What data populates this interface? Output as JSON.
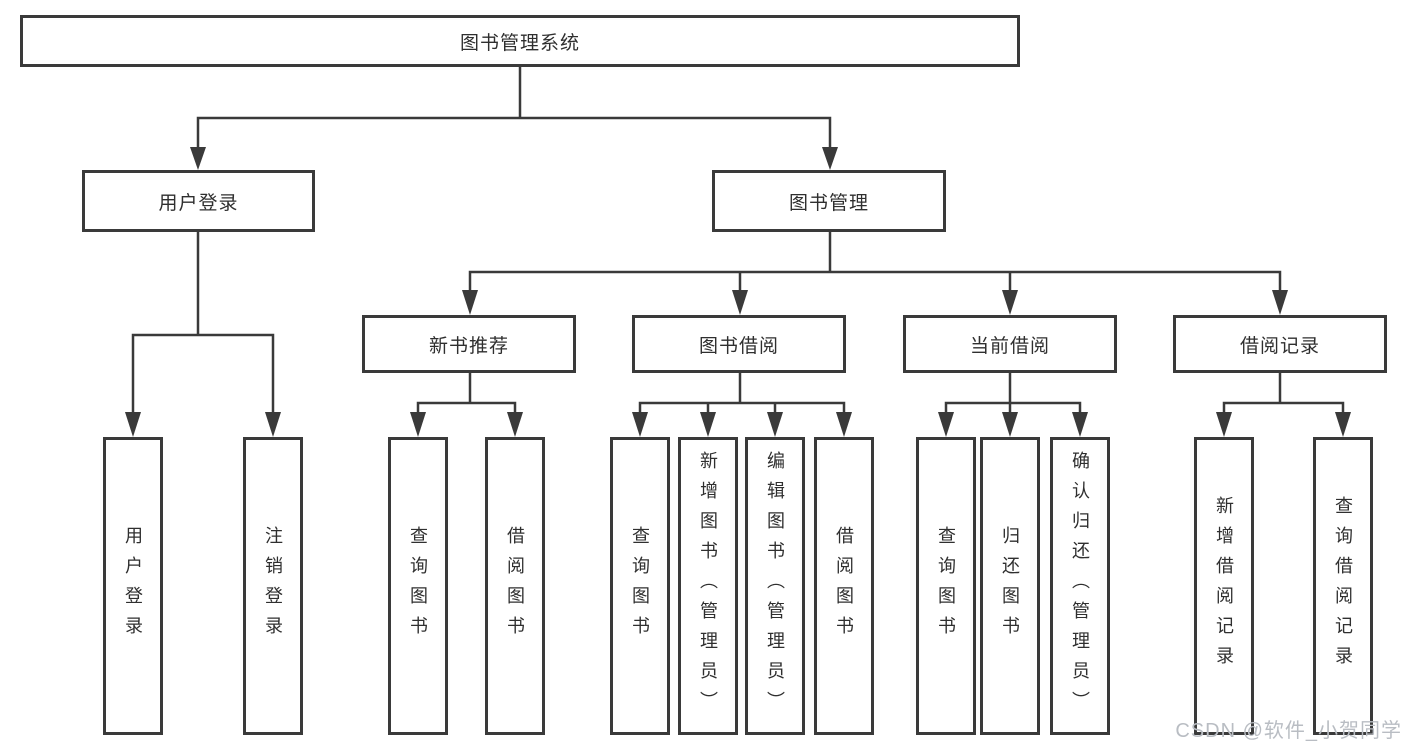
{
  "nodes": {
    "root": "图书管理系统",
    "user_login": "用户登录",
    "book_mgmt": "图书管理",
    "new_book": "新书推荐",
    "book_borrow": "图书借阅",
    "current_borrow": "当前借阅",
    "borrow_record": "借阅记录",
    "leaf_user_login": "用户登录",
    "leaf_logout": "注销登录",
    "leaf_nb_query": "查询图书",
    "leaf_nb_borrow": "借阅图书",
    "leaf_bb_query": "查询图书",
    "leaf_bb_add": "新增图书（管理员）",
    "leaf_bb_edit": "编辑图书（管理员）",
    "leaf_bb_borrow": "借阅图书",
    "leaf_cb_query": "查询图书",
    "leaf_cb_return": "归还图书",
    "leaf_cb_confirm": "确认归还（管理员）",
    "leaf_br_add": "新增借阅记录",
    "leaf_br_query": "查询借阅记录"
  },
  "hierarchy": {
    "图书管理系统": {
      "用户登录": [
        "用户登录",
        "注销登录"
      ],
      "图书管理": {
        "新书推荐": [
          "查询图书",
          "借阅图书"
        ],
        "图书借阅": [
          "查询图书",
          "新增图书（管理员）",
          "编辑图书（管理员）",
          "借阅图书"
        ],
        "当前借阅": [
          "查询图书",
          "归还图书",
          "确认归还（管理员）"
        ],
        "借阅记录": [
          "新增借阅记录",
          "查询借阅记录"
        ]
      }
    }
  },
  "colors": {
    "line": "#3a3a3a",
    "text": "#2f2f2f",
    "watermark": "#b9bdc3",
    "background": "#ffffff"
  },
  "watermark": "CSDN @软件_小贺同学"
}
